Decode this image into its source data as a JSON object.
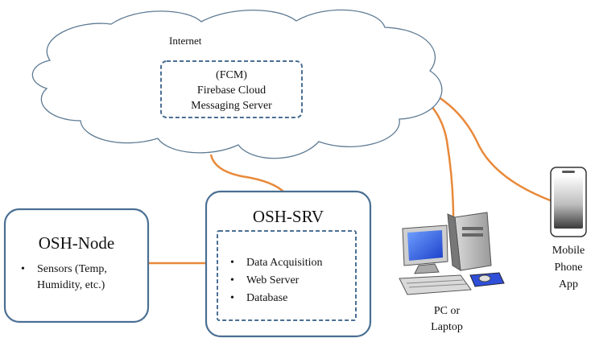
{
  "internet": {
    "label": "Internet"
  },
  "fcm": {
    "line1": "(FCM)",
    "line2": "Firebase Cloud",
    "line3": "Messaging Server"
  },
  "node": {
    "title": "OSH-Node",
    "bullet_line1": "Sensors (Temp,",
    "bullet_line2": "Humidity,  etc.)"
  },
  "srv": {
    "title": "OSH-SRV",
    "items": [
      "Data Acquisition",
      "Web Server",
      "Database"
    ]
  },
  "pc": {
    "line1": "PC or",
    "line2": "Laptop"
  },
  "mobile": {
    "line1": "Mobile",
    "line2": "Phone",
    "line3": "App"
  },
  "colors": {
    "box_stroke": "#4a6f93",
    "link": "#e8893a",
    "cloud_stroke": "#5e7b94"
  },
  "icons": [
    "cloud-icon",
    "desktop-computer-icon",
    "mobile-phone-icon"
  ]
}
